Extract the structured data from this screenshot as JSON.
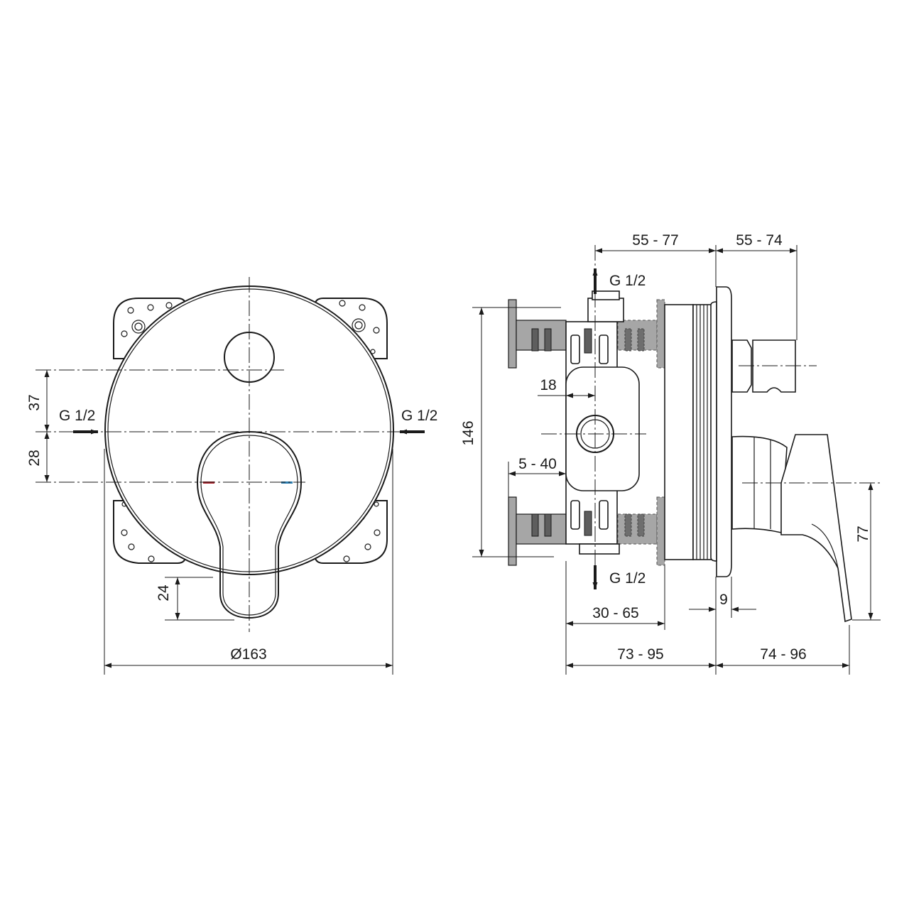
{
  "drawing": {
    "front_view": {
      "inlet_left_label": "G 1/2",
      "inlet_right_label": "G 1/2",
      "dim_upper_vertical": "37",
      "dim_lower_vertical": "28",
      "dim_handle": "24",
      "dim_diameter": "Ø163",
      "indicator_colors": {
        "hot": "#b3262f",
        "cold": "#2f7fb0"
      }
    },
    "side_view": {
      "outlet_top_label": "G 1/2",
      "outlet_bottom_label": "G 1/2",
      "dim_height": "146",
      "dim_18": "18",
      "dim_5_40": "5 - 40",
      "dim_55_77": "55 - 77",
      "dim_55_74": "55 - 74",
      "dim_30_65": "30 - 65",
      "dim_73_95": "73 - 95",
      "dim_74_96": "74 - 96",
      "dim_9": "9",
      "dim_77": "77"
    }
  }
}
